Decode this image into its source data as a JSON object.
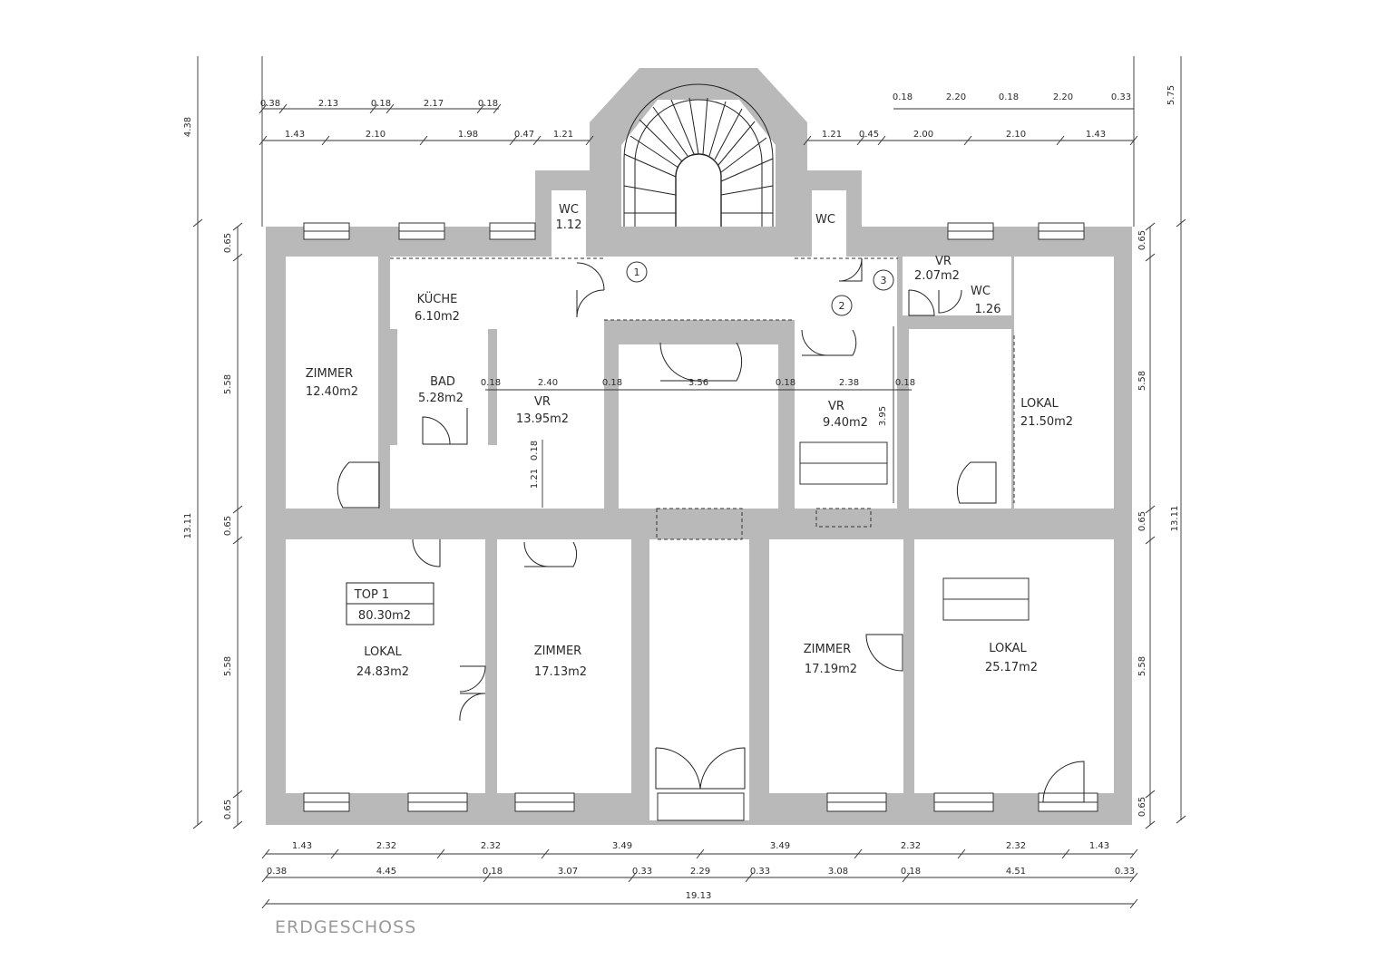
{
  "drawing": {
    "caption": "ERDGESCHOSS",
    "total_width": "19.13",
    "total_height": "13.11"
  },
  "rooms": {
    "kueche": {
      "name": "KÜCHE",
      "area": "6.10m2"
    },
    "zimmer_nw": {
      "name": "ZIMMER",
      "area": "12.40m2"
    },
    "bad": {
      "name": "BAD",
      "area": "5.28m2"
    },
    "vr_left": {
      "name": "VR",
      "area": "13.95m2"
    },
    "vr_right": {
      "name": "VR",
      "area": "9.40m2"
    },
    "vr_small": {
      "name": "VR",
      "area": "2.07m2"
    },
    "wc_left": {
      "name": "WC",
      "area": "1.12"
    },
    "wc_mid": {
      "name": "WC"
    },
    "wc_right": {
      "name": "WC",
      "area": "1.26"
    },
    "lokal_ne": {
      "name": "LOKAL",
      "area": "21.50m2"
    },
    "top1": {
      "name": "TOP 1",
      "area": "80.30m2"
    },
    "lokal_sw": {
      "name": "LOKAL",
      "area": "24.83m2"
    },
    "zimmer_s1": {
      "name": "ZIMMER",
      "area": "17.13m2"
    },
    "zimmer_s2": {
      "name": "ZIMMER",
      "area": "17.19m2"
    },
    "lokal_se": {
      "name": "LOKAL",
      "area": "25.17m2"
    }
  },
  "markers": [
    "1",
    "2",
    "3"
  ],
  "dimensions": {
    "top_row1_left": [
      "0.38",
      "2.13",
      "0.18",
      "2.17",
      "0.18"
    ],
    "top_row1_right": [
      "0.18",
      "2.20",
      "0.18",
      "2.20",
      "0.33"
    ],
    "top_row2_left": [
      "1.43",
      "2.10",
      "1.98",
      "0.47",
      "1.21"
    ],
    "top_row2_right": [
      "1.21",
      "0.45",
      "2.00",
      "2.10",
      "1.43"
    ],
    "bottom_row1": [
      "1.43",
      "2.32",
      "2.32",
      "3.49",
      "3.49",
      "2.32",
      "2.32",
      "1.43"
    ],
    "bottom_row2": [
      "0.38",
      "4.45",
      "0.18",
      "3.07",
      "0.33",
      "2.29",
      "0.33",
      "3.08",
      "0.18",
      "4.51",
      "0.33"
    ],
    "inner": [
      "0.18",
      "2.40",
      "0.18",
      "3.56",
      "0.18",
      "2.38",
      "0.18",
      "1.21",
      "0.18",
      "3.95"
    ],
    "left_side": [
      "4.38",
      "0.65",
      "5.58",
      "0.65",
      "5.58",
      "0.65"
    ],
    "right_side": [
      "5.75",
      "0.65",
      "5.58",
      "0.65",
      "5.58",
      "0.65"
    ]
  },
  "colors": {
    "wall": "#b9b9b9",
    "line": "#222222",
    "caption": "#9a9a9a"
  }
}
